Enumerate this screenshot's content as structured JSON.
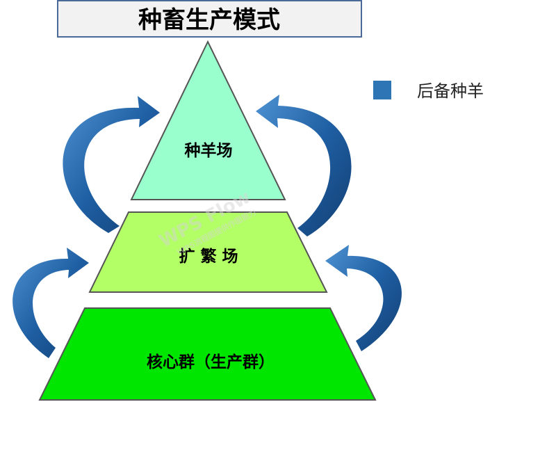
{
  "title": "种畜生产模式",
  "legend": {
    "label": "后备种羊",
    "color": "#2e75b6"
  },
  "tiers": {
    "top": {
      "label": "种羊场",
      "color": "#99ffcc"
    },
    "middle": {
      "label": "扩 繁 场",
      "color": "#b3ff66"
    },
    "bottom": {
      "label": "核心群（生产群）",
      "color": "#00e600"
    }
  },
  "arrow_color": "#1f5fa3",
  "watermark": {
    "line1": "WPS Flow",
    "line2": "WPS流程图提供作图能力"
  }
}
